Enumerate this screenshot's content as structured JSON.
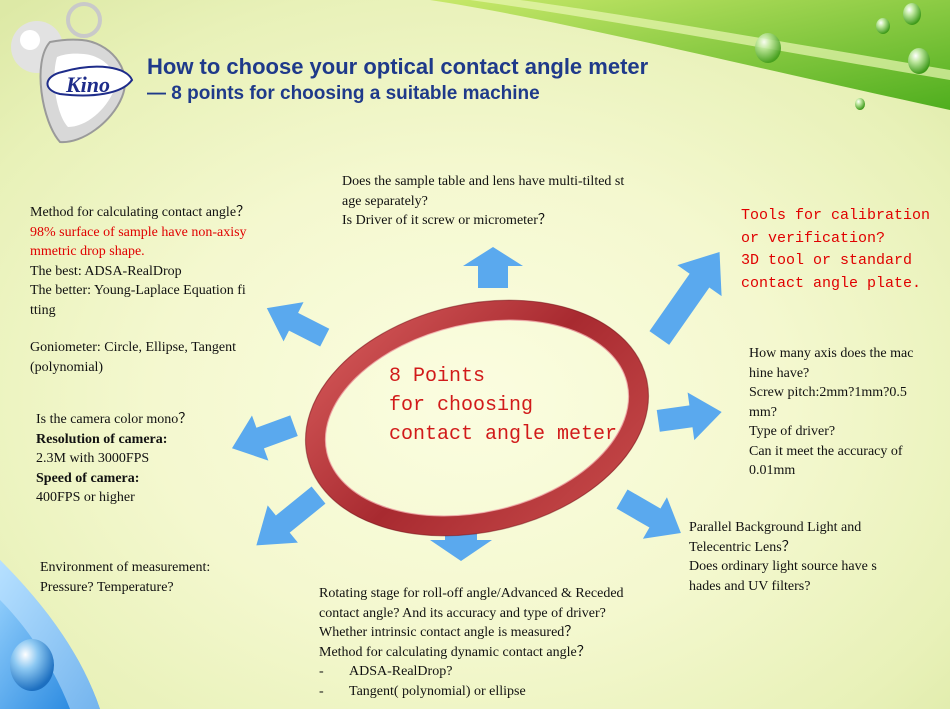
{
  "slide": {
    "title": "How to choose your optical contact angle meter",
    "subtitle": "— 8 points for choosing a suitable machine",
    "logo_text": "Kino",
    "center": {
      "line1": "8 Points",
      "line2": "for choosing",
      "line3": "contact angle meter"
    },
    "box_top": {
      "l1": "Does the sample table and lens have multi-tilted st",
      "l2": "age separately?",
      "l3": "Is Driver of it screw or micrometer？"
    },
    "box_left_top": {
      "l1": "Method for calculating contact angle？",
      "l2": "98% surface of sample have non-axisy",
      "l3": "mmetric drop shape.",
      "l4": "The best: ADSA-RealDrop",
      "l5": "The better: Young-Laplace Equation fi",
      "l6": "tting",
      "l7": "Goniometer: Circle, Ellipse, Tangent",
      "l8": "(polynomial)"
    },
    "box_camera": {
      "l1": "Is the camera color mono？",
      "l2": "Resolution of camera:",
      "l3": "2.3M with 3000FPS",
      "l4": "Speed of camera:",
      "l5": "400FPS or higher"
    },
    "box_env": {
      "l1": "Environment of measurement:",
      "l2": "Pressure? Temperature?"
    },
    "box_bottom": {
      "l1": "Rotating stage for roll-off angle/Advanced & Receded",
      "l2": "contact angle? And its accuracy and type of driver?",
      "l3": "Whether intrinsic contact angle is measured？",
      "l4": "Method for calculating dynamic contact angle？",
      "b1_dash": "-",
      "b1": "ADSA-RealDrop?",
      "b2_dash": "-",
      "b2": "Tangent( polynomial) or ellipse"
    },
    "box_light": {
      "l1": "Parallel Background Light and",
      "l2": "Telecentric Lens？",
      "l3": "Does ordinary light source have s",
      "l4": "hades and UV filters?"
    },
    "box_axis": {
      "l1": "How many axis does the mac",
      "l2": "hine have?",
      "l3": "Screw pitch:2mm?1mm?0.5",
      "l4": "mm?",
      "l5": "Type of driver?",
      "l6": "Can it meet the accuracy of",
      "l7": "0.01mm"
    },
    "box_tools": {
      "l1": "Tools for calibration",
      "l2": "or verification?",
      "l3": "3D tool or standard",
      "l4": "contact angle plate."
    }
  },
  "colors": {
    "title": "#1f3a8a",
    "arrow": "#5aa9ee",
    "ring": "#b8323a",
    "highlight_text": "#e00000",
    "green_swoosh": "#7cc52a"
  }
}
